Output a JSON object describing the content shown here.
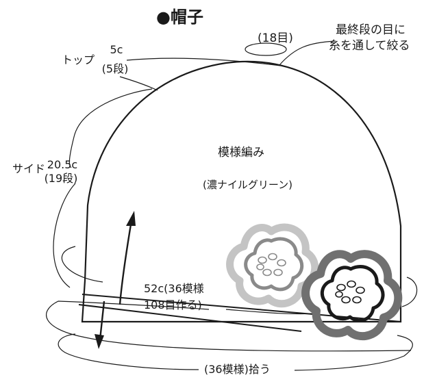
{
  "title": "●帽子",
  "top_section": {
    "label": "トップ",
    "size": "5c",
    "rows": "(5段)"
  },
  "side_section": {
    "label": "サイド",
    "size": "20.5c",
    "rows": "(19段)"
  },
  "crown_note": {
    "stitches": "(18目)",
    "line1": "最終段の目に",
    "line2": "糸を通して絞る"
  },
  "body_pattern": {
    "name": "模様編み",
    "color": "(濃ナイルグリーン)"
  },
  "brim": {
    "line1": "52c(36模様",
    "line2": "108目作る)"
  },
  "pickup": {
    "text": "(36模様)拾う"
  },
  "colors": {
    "line": "#1a1a1a",
    "flower_light": "#c4c4c4",
    "flower_mid": "#8a8a8a",
    "flower_dark": "#707070"
  }
}
